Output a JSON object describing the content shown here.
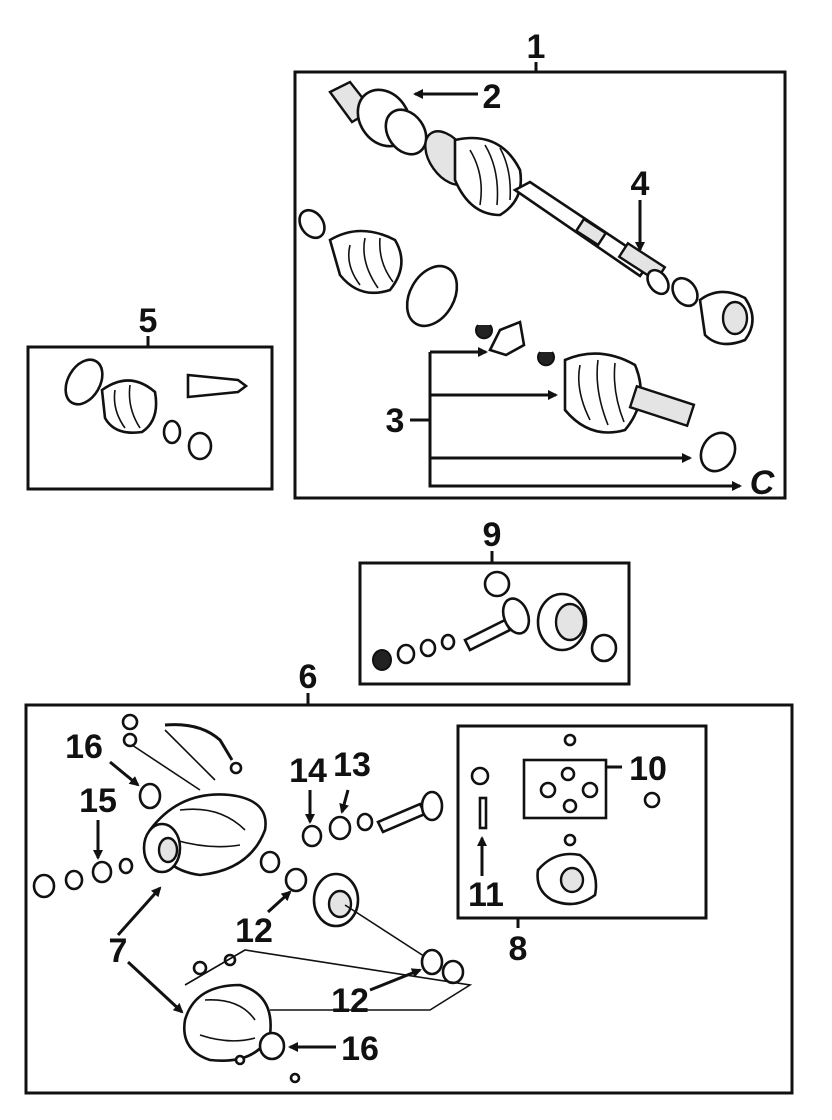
{
  "callouts": [
    "1",
    "2",
    "3",
    "4",
    "5",
    "6",
    "7",
    "8",
    "9",
    "10",
    "11",
    "12",
    "12",
    "13",
    "14",
    "15",
    "16",
    "16"
  ],
  "letters": [
    "C"
  ],
  "colors": {
    "ink": "#111111",
    "paper": "#ffffff",
    "shade": "#e4e4e4"
  }
}
